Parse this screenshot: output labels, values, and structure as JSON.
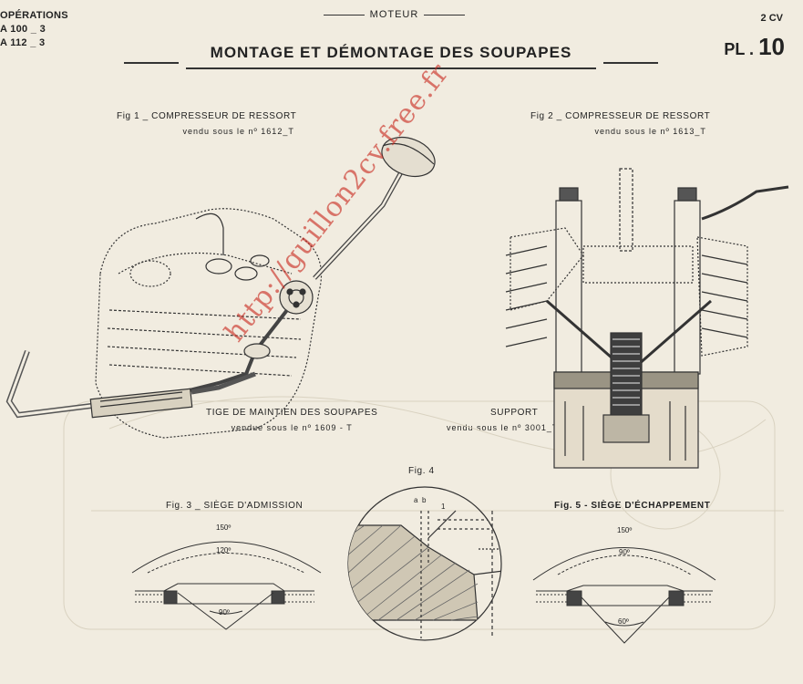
{
  "operations": {
    "label": "OPÉRATIONS",
    "codes": [
      "A 100 _ 3",
      "A 112 _ 3"
    ]
  },
  "section": "MOTEUR",
  "vehicle": "2 CV",
  "plate": {
    "prefix": "PL .",
    "number": "10"
  },
  "title": "MONTAGE ET DÉMONTAGE DES SOUPAPES",
  "figures": {
    "fig1": {
      "title": "Fig 1 _ COMPRESSEUR DE RESSORT",
      "sub": "vendu sous le nº 1612_T"
    },
    "fig2": {
      "title": "Fig 2 _ COMPRESSEUR DE RESSORT",
      "sub": "vendu sous le nº 1613_T"
    },
    "tige": {
      "title": "TIGE DE MAINTIEN DES SOUPAPES",
      "sub": "vendue sous le nº 1609 - T"
    },
    "support": {
      "title": "SUPPORT",
      "sub": "vendu sous le nº 3001_T"
    },
    "fig3": {
      "title": "Fig. 3 _ SIÈGE D'ADMISSION",
      "angles": [
        "150º",
        "120º",
        "90º"
      ]
    },
    "fig4": {
      "title": "Fig. 4",
      "marks": [
        "a",
        "b",
        "1"
      ]
    },
    "fig5": {
      "title": "Fig. 5 - SIÈGE D'ÉCHAPPEMENT",
      "angles": [
        "150º",
        "90º",
        "60º"
      ]
    }
  },
  "watermark": "http://guillon2cv.free.fr"
}
